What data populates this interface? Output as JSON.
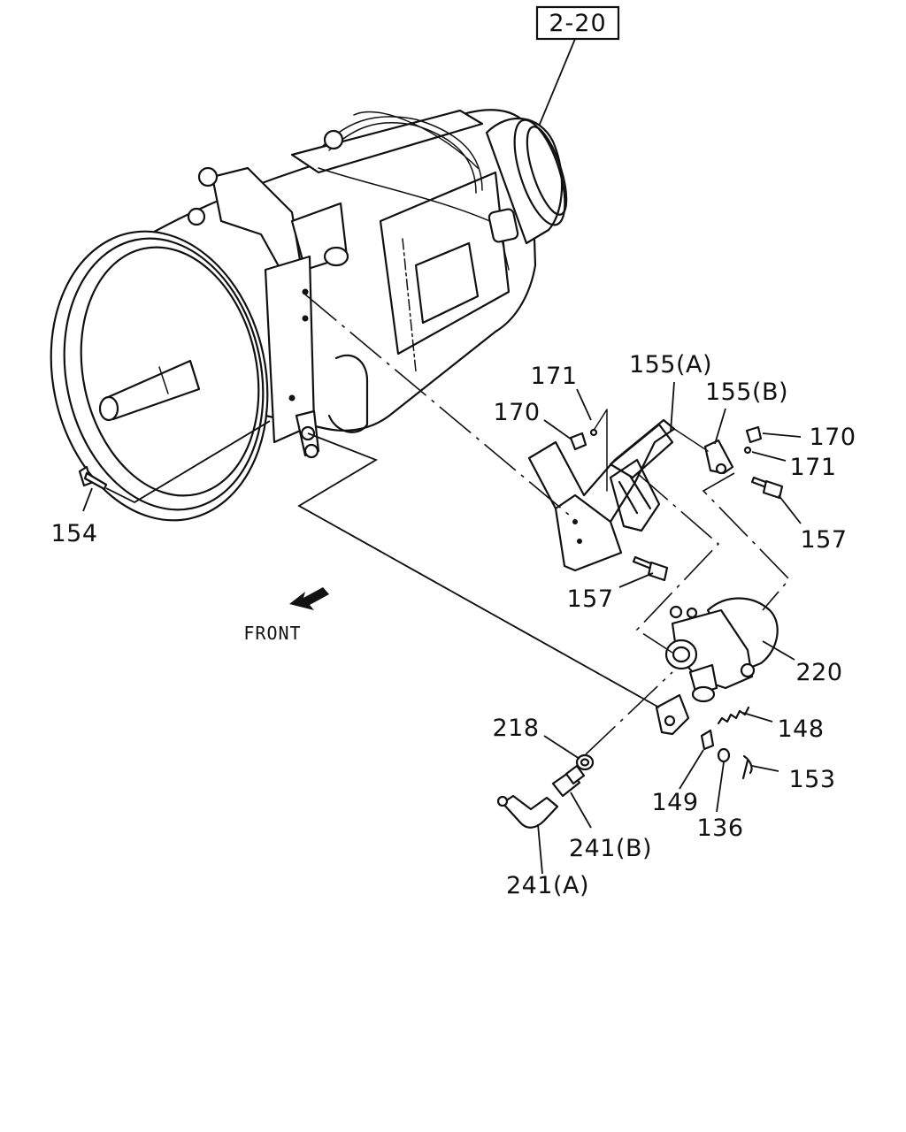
{
  "reference": "2-20",
  "direction_label": "FRONT",
  "part_labels": {
    "p154": "154",
    "p155a": "155(A)",
    "p155b": "155(B)",
    "p171_left": "171",
    "p171_right": "171",
    "p170_left": "170",
    "p170_right": "170",
    "p157_right": "157",
    "p157_center": "157",
    "p220": "220",
    "p148": "148",
    "p218": "218",
    "p149": "149",
    "p136": "136",
    "p153": "153",
    "p241b": "241(B)",
    "p241a": "241(A)"
  }
}
